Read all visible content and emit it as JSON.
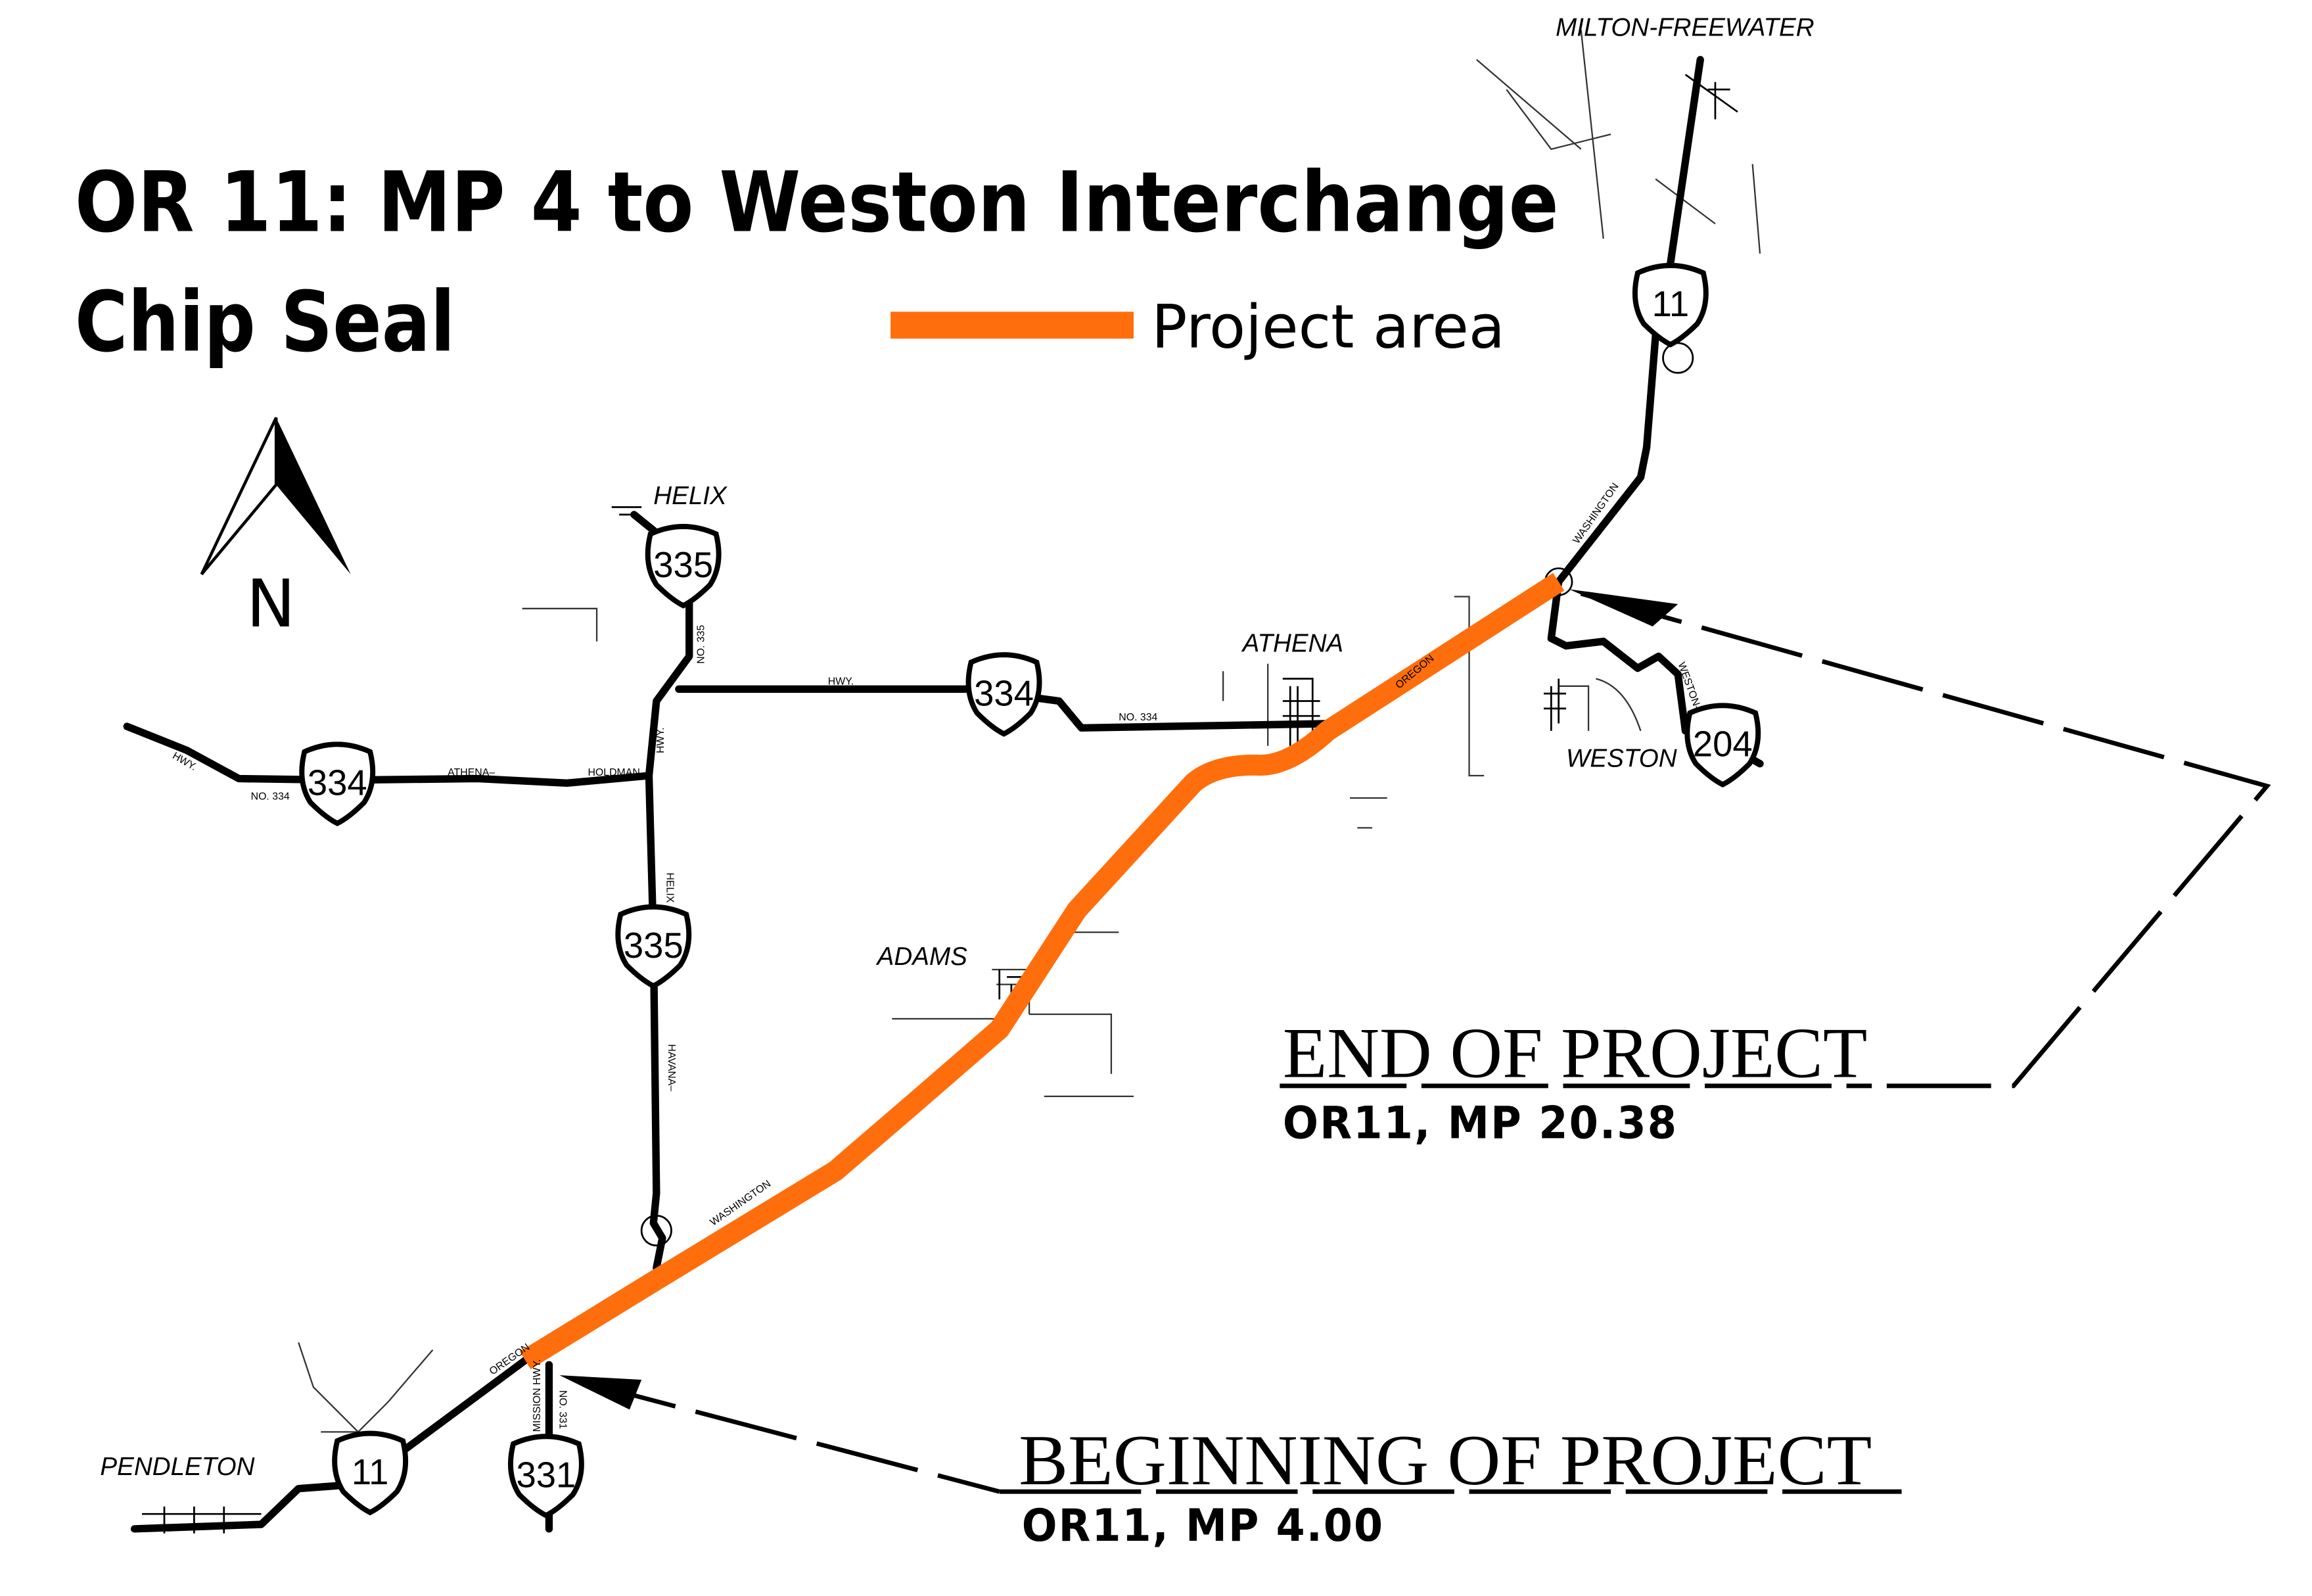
{
  "title": {
    "line1": "OR 11: MP 4 to Weston Interchange",
    "line2": "Chip Seal"
  },
  "legend": {
    "label": "Project area",
    "color": "#ff6e0c"
  },
  "north_label": "N",
  "towns": {
    "milton_freewater": "MILTON-FREEWATER",
    "helix": "HELIX",
    "athena": "ATHENA",
    "weston": "WESTON",
    "adams": "ADAMS",
    "pendleton": "PENDLETON"
  },
  "road_labels": {
    "washington_n": "WASHINGTON",
    "washington_s": "WASHINGTON",
    "oregon_n": "OREGON",
    "oregon_s": "OREGON",
    "hwy_334_w": "HWY.",
    "no_334_w": "NO. 334",
    "athena": "ATHENA–",
    "holdman": "HOLDMAN",
    "hwy_334_e": "HWY.",
    "no_334_e": "NO. 334",
    "no_335": "NO. 335",
    "hwy_335": "HWY.",
    "helix": "HELIX",
    "havana": "HAVANA–",
    "weston": "WESTON–",
    "mission": "MISSION HWY.",
    "no_331": "NO. 331"
  },
  "shields": {
    "or11_north": "11",
    "or11_south": "11",
    "or335_north": "335",
    "or335_south": "335",
    "or334_east": "334",
    "or334_west": "334",
    "or204": "204",
    "or331": "331"
  },
  "end": {
    "label": "END OF PROJECT",
    "mp": "OR11, MP 20.38"
  },
  "begin": {
    "label": "BEGINNING OF PROJECT",
    "mp": "OR11, MP 4.00"
  }
}
